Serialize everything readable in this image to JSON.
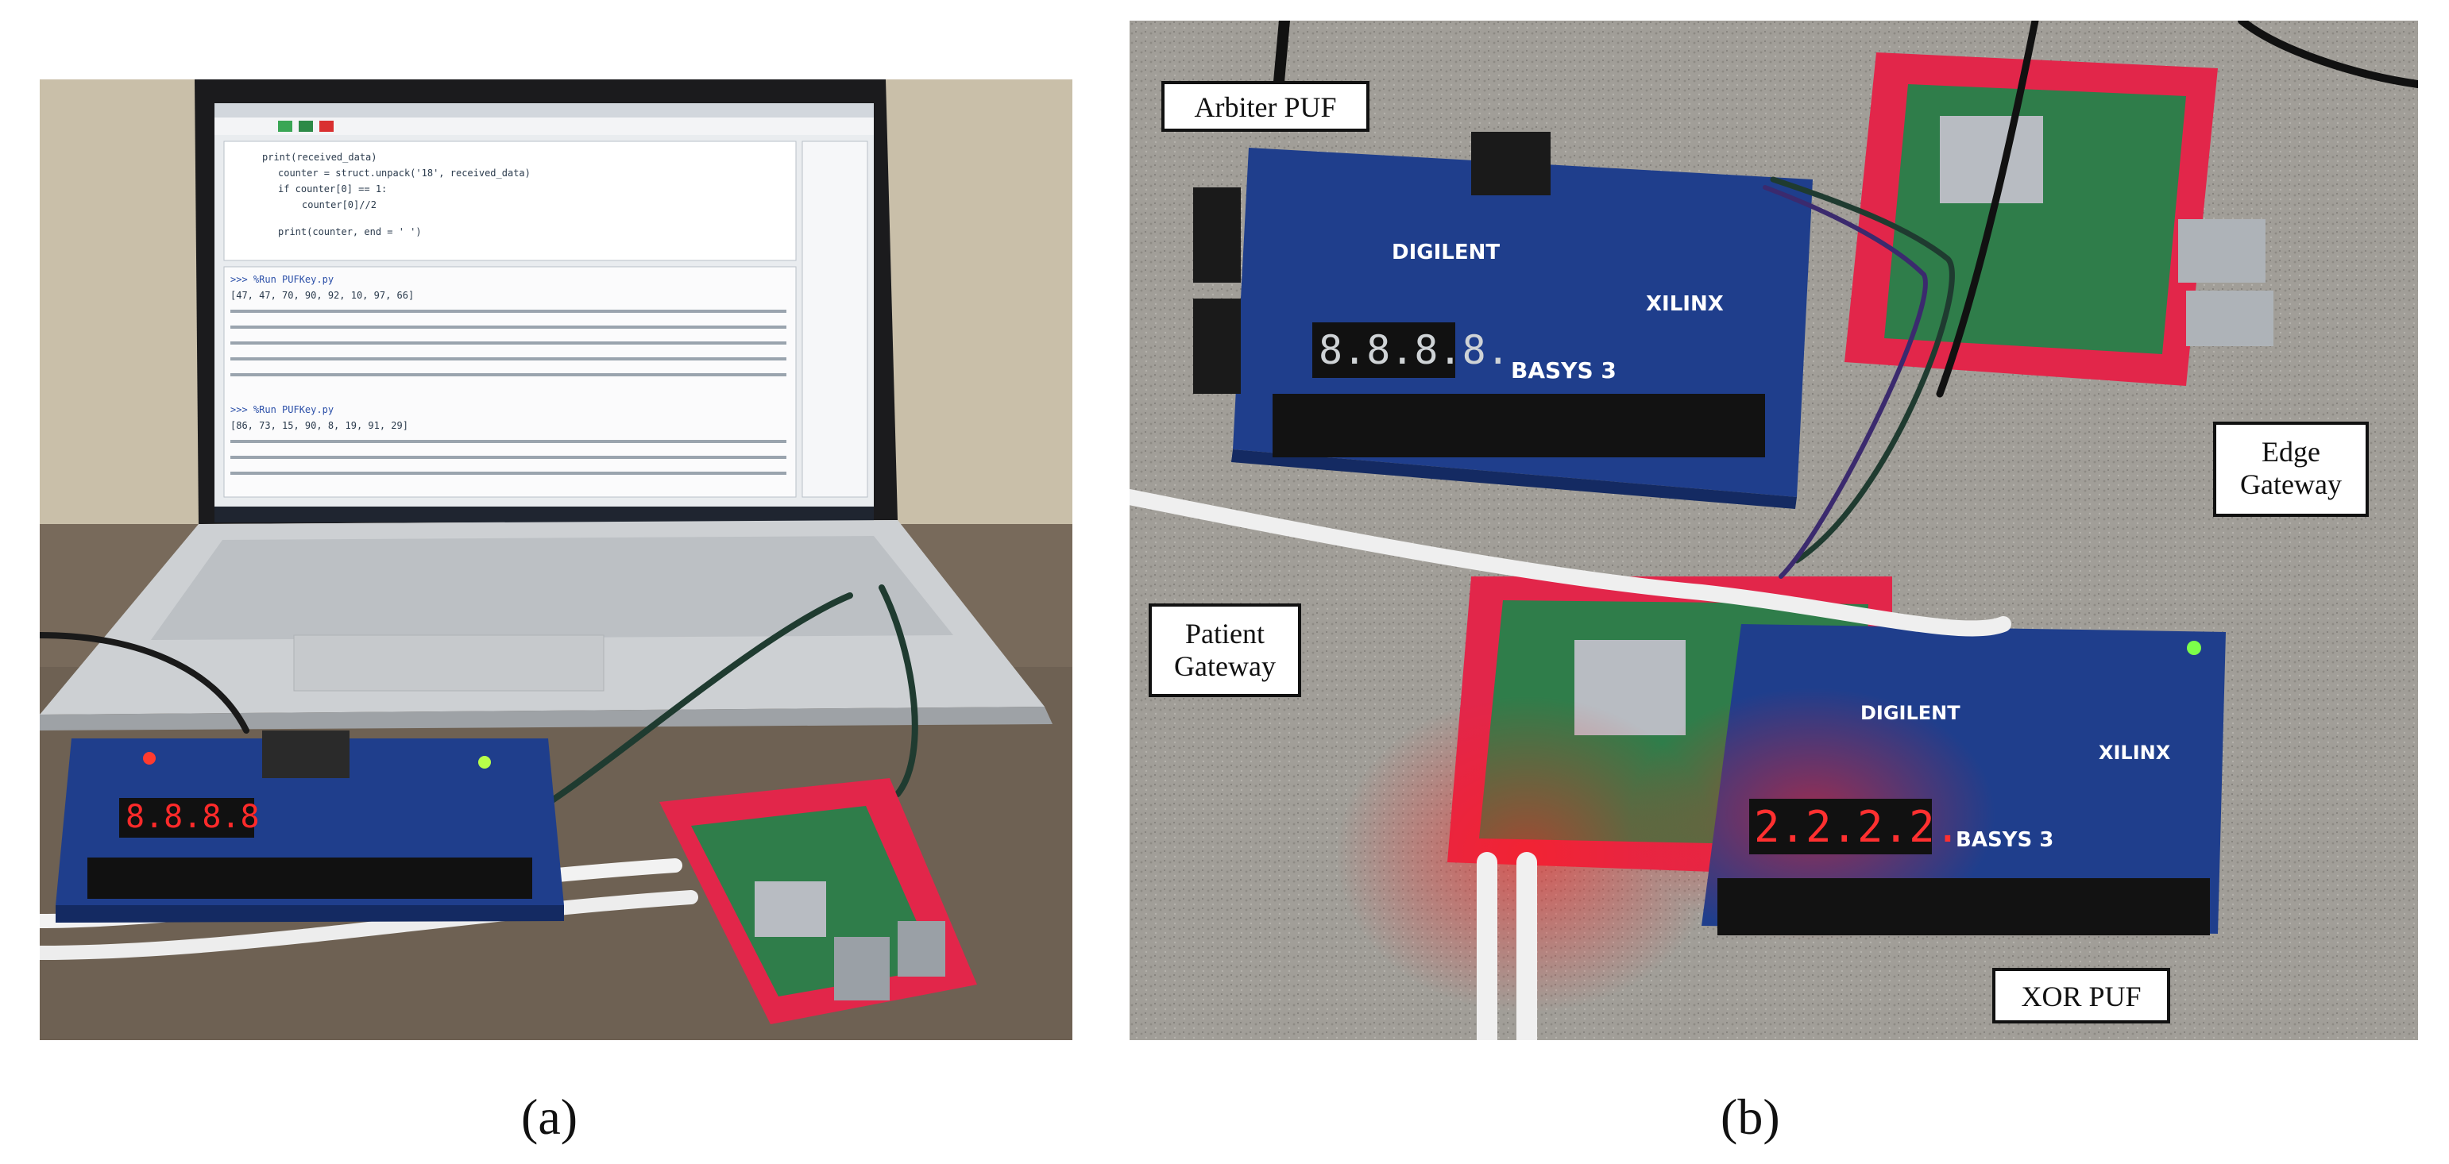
{
  "panel_a": {
    "caption": "(a)",
    "display": {
      "source_lines": [
        "print(received_data)",
        "counter = struct.unpack('18', received_data)",
        "if counter[0] == 1:",
        "counter[0]//2",
        "print(counter, end = ' ')"
      ],
      "shell_prompt_1": ">>> %Run PUFKey.py",
      "shell_output_1": "[47, 47, 70, 90, 92, 10, 97, 66]",
      "shell_prompt_2": ">>> %Run PUFKey.py",
      "shell_output_2": "[86, 73, 15, 90, 8, 19, 91, 29]"
    }
  },
  "panel_b": {
    "caption": "(b)",
    "labels": {
      "arbiter": "Arbiter PUF",
      "edge_line1": "Edge",
      "edge_line2": "Gateway",
      "patient_line1": "Patient",
      "patient_line2": "Gateway",
      "xor": "XOR PUF"
    },
    "board_top": {
      "brand": "DIGILENT",
      "model": "BASYS 3",
      "vendor": "XILINX",
      "segment_display": "8.8.8.8."
    },
    "board_bottom": {
      "brand": "DIGILENT",
      "model": "BASYS 3",
      "vendor": "XILINX",
      "segment_display": "2.2.2.2."
    }
  },
  "colors": {
    "fpga_board": "#1f3e8c",
    "pi_case": "#e2264a",
    "pi_board": "#2f7d4a",
    "led_red": "#ff2a2a"
  }
}
